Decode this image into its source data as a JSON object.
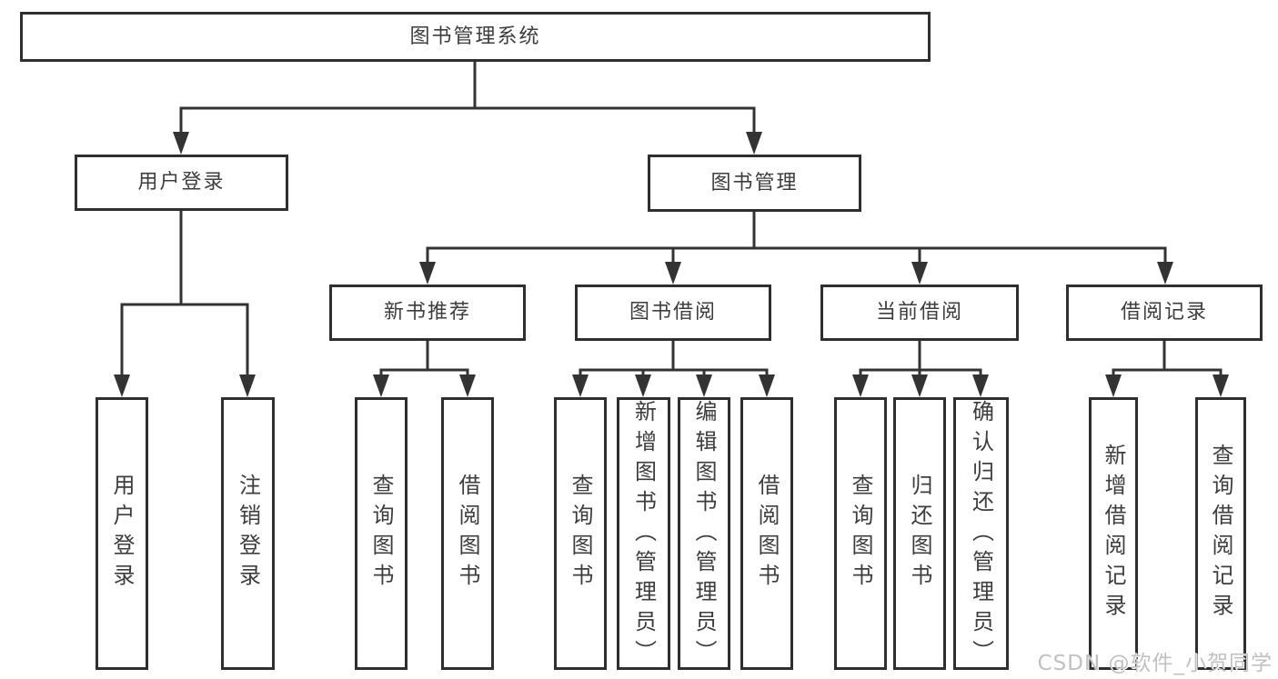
{
  "diagram": {
    "root": {
      "label": "图书管理系统"
    },
    "branches": [
      {
        "label": "用户登录",
        "children": [
          {
            "label": "用户登录"
          },
          {
            "label": "注销登录"
          }
        ]
      },
      {
        "label": "图书管理",
        "children": [
          {
            "label": "新书推荐",
            "children": [
              {
                "label": "查询图书"
              },
              {
                "label": "借阅图书"
              }
            ]
          },
          {
            "label": "图书借阅",
            "children": [
              {
                "label": "查询图书"
              },
              {
                "label": "新增图书（管理员）"
              },
              {
                "label": "编辑图书（管理员）"
              },
              {
                "label": "借阅图书"
              }
            ]
          },
          {
            "label": "当前借阅",
            "children": [
              {
                "label": "查询图书"
              },
              {
                "label": "归还图书"
              },
              {
                "label": "确认归还（管理员）"
              }
            ]
          },
          {
            "label": "借阅记录",
            "children": [
              {
                "label": "新增借阅记录"
              },
              {
                "label": "查询借阅记录"
              }
            ]
          }
        ]
      }
    ]
  },
  "watermark": {
    "text": "CSDN @软件_小贺同学"
  },
  "colors": {
    "line": "#333333",
    "box_border": "#2f2f2f",
    "text": "#3d3d3d",
    "watermark": "#c1c1c1",
    "background": "#ffffff"
  }
}
